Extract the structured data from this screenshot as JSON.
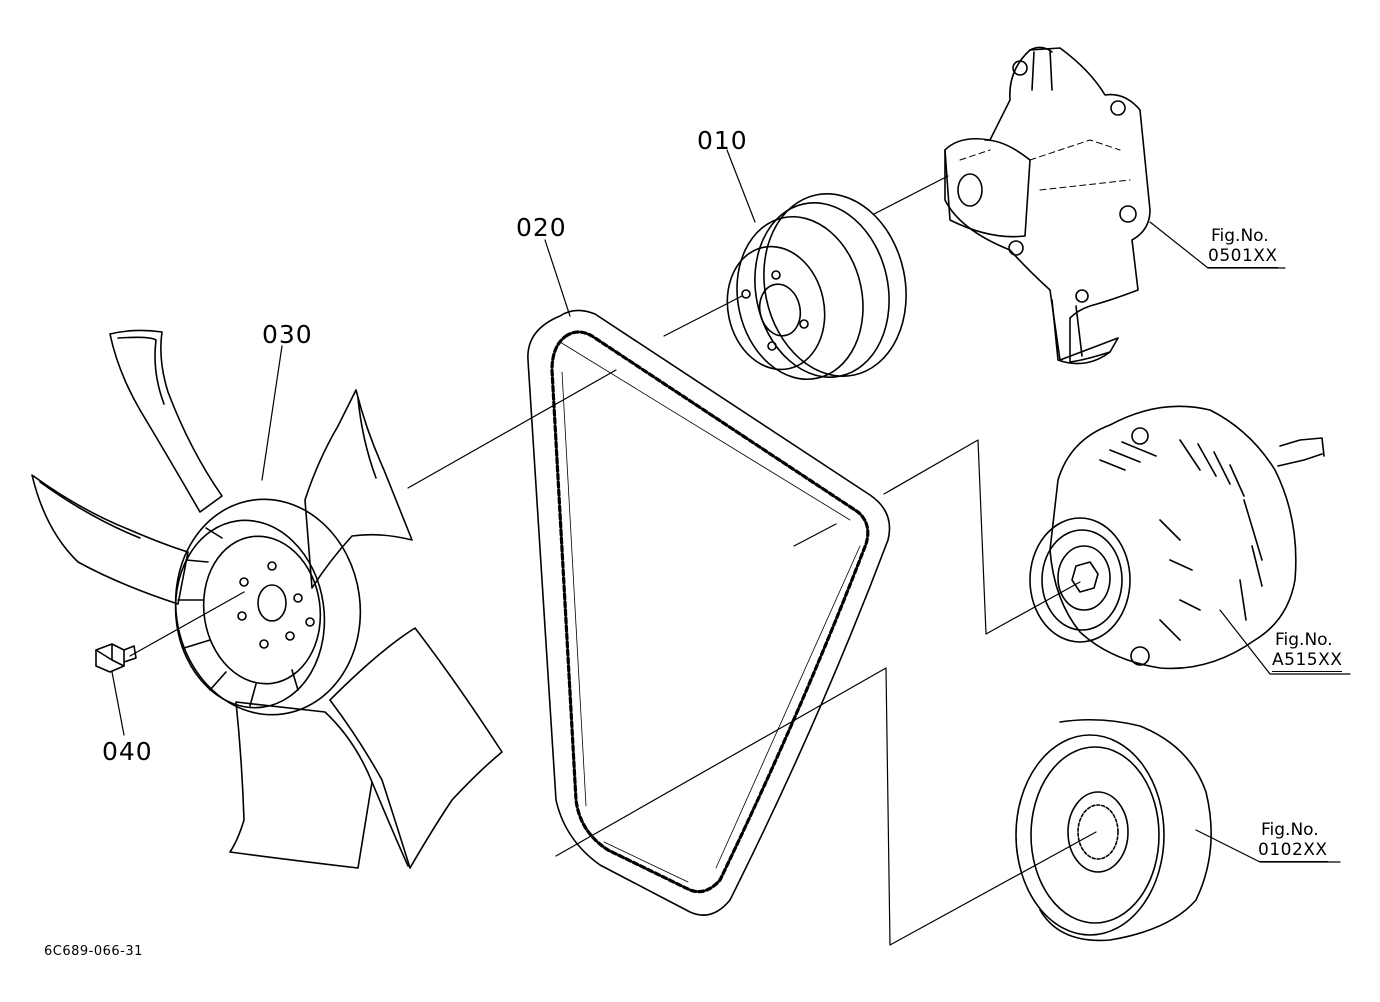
{
  "parts": [
    {
      "ref": "010"
    },
    {
      "ref": "020"
    },
    {
      "ref": "030"
    },
    {
      "ref": "040"
    }
  ],
  "figure_refs": [
    {
      "label": "Fig.No.",
      "code": "0501XX"
    },
    {
      "label": "Fig.No.",
      "code": "A515XX"
    },
    {
      "label": "Fig.No.",
      "code": "0102XX"
    }
  ],
  "document_id": "6C689-066-31",
  "colors": {
    "ink": "#000000",
    "paper": "#ffffff"
  }
}
